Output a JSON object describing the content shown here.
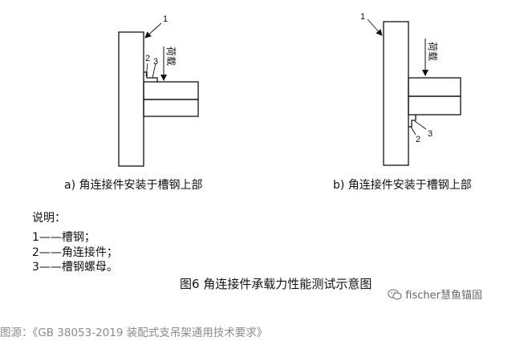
{
  "diagram_a": {
    "label_1": "1",
    "label_2": "2",
    "label_3": "3",
    "load_label": "荷载",
    "caption": "a)  角连接件安装于槽钢上部"
  },
  "diagram_b": {
    "label_1": "1",
    "label_2": "2",
    "label_3": "3",
    "load_label": "荷载",
    "caption": "b)  角连接件安装于槽钢上部"
  },
  "legend": {
    "heading": "说明：",
    "items": [
      "1——槽钢；",
      "2——角连接件；",
      "3——槽钢螺母。"
    ]
  },
  "figure_title": "图6  角连接件承载力性能测试示意图",
  "watermark": {
    "text": "fischer慧鱼锚固"
  },
  "source_note": "图源：《GB 38053-2019 装配式支吊架通用技术要求》",
  "colors": {
    "line": "#111111",
    "muted": "#8a8a8a"
  }
}
